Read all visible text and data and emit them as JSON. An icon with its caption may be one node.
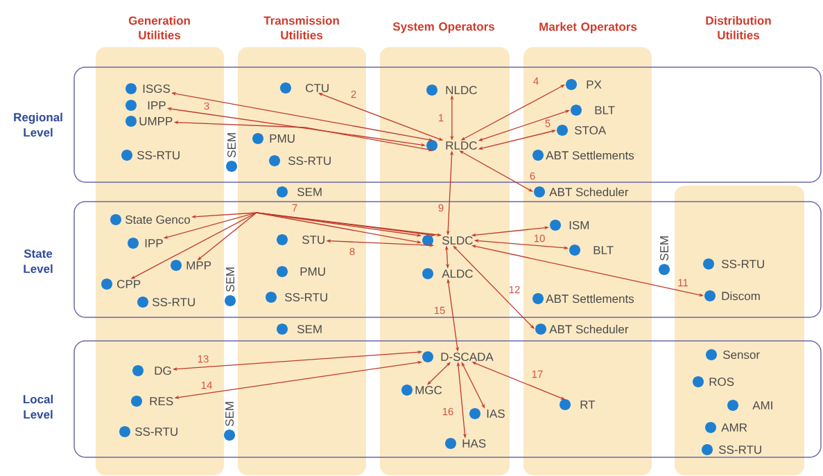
{
  "diagram": {
    "nodes": [
      {
        "text": [
          "ISGS"
        ]
      },
      {
        "text": [
          "IPP"
        ]
      },
      {
        "text": [
          "UMPP"
        ]
      },
      {
        "text": [
          "SS-RTU"
        ]
      },
      {
        "text": [
          "SEM"
        ]
      },
      {
        "text": [
          "CTU"
        ]
      },
      {
        "text": [
          "PMU"
        ]
      },
      {
        "text": [
          "SS-RTU"
        ]
      },
      {
        "text": [
          "NLDC"
        ]
      },
      {
        "text": [
          "RLDC"
        ]
      },
      {
        "text": [
          "PX"
        ]
      },
      {
        "text": [
          "BLT"
        ]
      },
      {
        "text": [
          "STOA"
        ]
      },
      {
        "text": [
          "ABT Settlements"
        ]
      },
      {
        "text": [
          "ABT Scheduler"
        ]
      },
      {
        "text": [
          "SEM"
        ]
      },
      {
        "text": [
          "State Genco"
        ]
      },
      {
        "text": [
          "IPP"
        ]
      },
      {
        "text": [
          "MPP"
        ]
      },
      {
        "text": [
          "CPP"
        ]
      },
      {
        "text": [
          "SS-RTU"
        ]
      },
      {
        "text": [
          "SEM"
        ]
      },
      {
        "text": [
          "STU"
        ]
      },
      {
        "text": [
          "PMU"
        ]
      },
      {
        "text": [
          "SS-RTU"
        ]
      },
      {
        "text": [
          "SLDC"
        ]
      },
      {
        "text": [
          "ALDC"
        ]
      },
      {
        "text": [
          "ISM"
        ]
      },
      {
        "text": [
          "BLT"
        ]
      },
      {
        "text": [
          "ABT Settlements"
        ]
      },
      {
        "text": [
          "SEM"
        ]
      },
      {
        "text": [
          "SS-RTU"
        ]
      },
      {
        "text": [
          "Discom"
        ]
      },
      {
        "text": [
          "ABT Scheduler"
        ]
      },
      {
        "text": [
          "SEM"
        ]
      },
      {
        "text": [
          "DG"
        ]
      },
      {
        "text": [
          "RES"
        ]
      },
      {
        "text": [
          "SS-RTU"
        ]
      },
      {
        "text": [
          "SEM"
        ]
      },
      {
        "text": [
          "D-SCADA"
        ]
      },
      {
        "text": [
          "MGC"
        ]
      },
      {
        "text": [
          "IAS"
        ]
      },
      {
        "text": [
          "HAS"
        ]
      },
      {
        "text": [
          "RT"
        ]
      },
      {
        "text": [
          "Sensor"
        ]
      },
      {
        "text": [
          "ROS"
        ]
      },
      {
        "text": [
          "AMI"
        ]
      },
      {
        "text": [
          "AMR"
        ]
      },
      {
        "text": [
          "SS-RTU"
        ]
      }
    ],
    "edges": [
      {
        "from": 8,
        "to": 9,
        "arrow": "both",
        "label": "1"
      },
      {
        "from": 5,
        "to": 9,
        "arrow": "both",
        "label": "2"
      },
      {
        "from": 0,
        "to": 9,
        "arrow": "both"
      },
      {
        "from": 1,
        "to": 9,
        "arrow": "both",
        "label": "3"
      },
      {
        "from": 2,
        "to": 9,
        "arrow": "both"
      },
      {
        "from": 10,
        "to": 9,
        "arrow": "both",
        "label": "4"
      },
      {
        "from": 11,
        "to": 9,
        "arrow": "both"
      },
      {
        "from": 12,
        "to": 9,
        "arrow": "both",
        "label": "5"
      },
      {
        "from": 9,
        "to": 14,
        "arrow": "both",
        "label": "6"
      },
      {
        "from": 25,
        "to": 16,
        "arrow": "both",
        "label": "7"
      },
      {
        "from": 25,
        "to": 17,
        "arrow": "both"
      },
      {
        "from": 25,
        "to": 18,
        "arrow": "both"
      },
      {
        "from": 25,
        "to": 19,
        "arrow": "both"
      },
      {
        "from": 22,
        "to": 25,
        "arrow": "both",
        "label": "8"
      },
      {
        "from": 9,
        "to": 25,
        "arrow": "both",
        "label": "9"
      },
      {
        "from": 25,
        "to": 27,
        "arrow": "both"
      },
      {
        "from": 25,
        "to": 28,
        "arrow": "both",
        "label": "10"
      },
      {
        "from": 25,
        "to": 32,
        "arrow": "both",
        "label": "11"
      },
      {
        "from": 25,
        "to": 33,
        "arrow": "both",
        "label": "12"
      },
      {
        "from": 25,
        "to": 26,
        "arrow": "both"
      },
      {
        "from": 26,
        "to": 39,
        "arrow": "both",
        "label": "15"
      },
      {
        "from": 35,
        "to": 39,
        "arrow": "both",
        "label": "13"
      },
      {
        "from": 36,
        "to": 39,
        "arrow": "both",
        "label": "14"
      },
      {
        "from": 39,
        "to": 40,
        "arrow": "both"
      },
      {
        "from": 39,
        "to": 42,
        "arrow": "both",
        "label": "16"
      },
      {
        "from": 39,
        "to": 41,
        "arrow": "both"
      },
      {
        "from": 39,
        "to": 43,
        "arrow": "both",
        "label": "17"
      }
    ],
    "labels": [
      "Generation Utilities",
      "Transmission Utilities",
      "System Operators",
      "Market Operators",
      "Distribution Utilities",
      "Regional Level",
      "State Level",
      "Local Level"
    ]
  }
}
